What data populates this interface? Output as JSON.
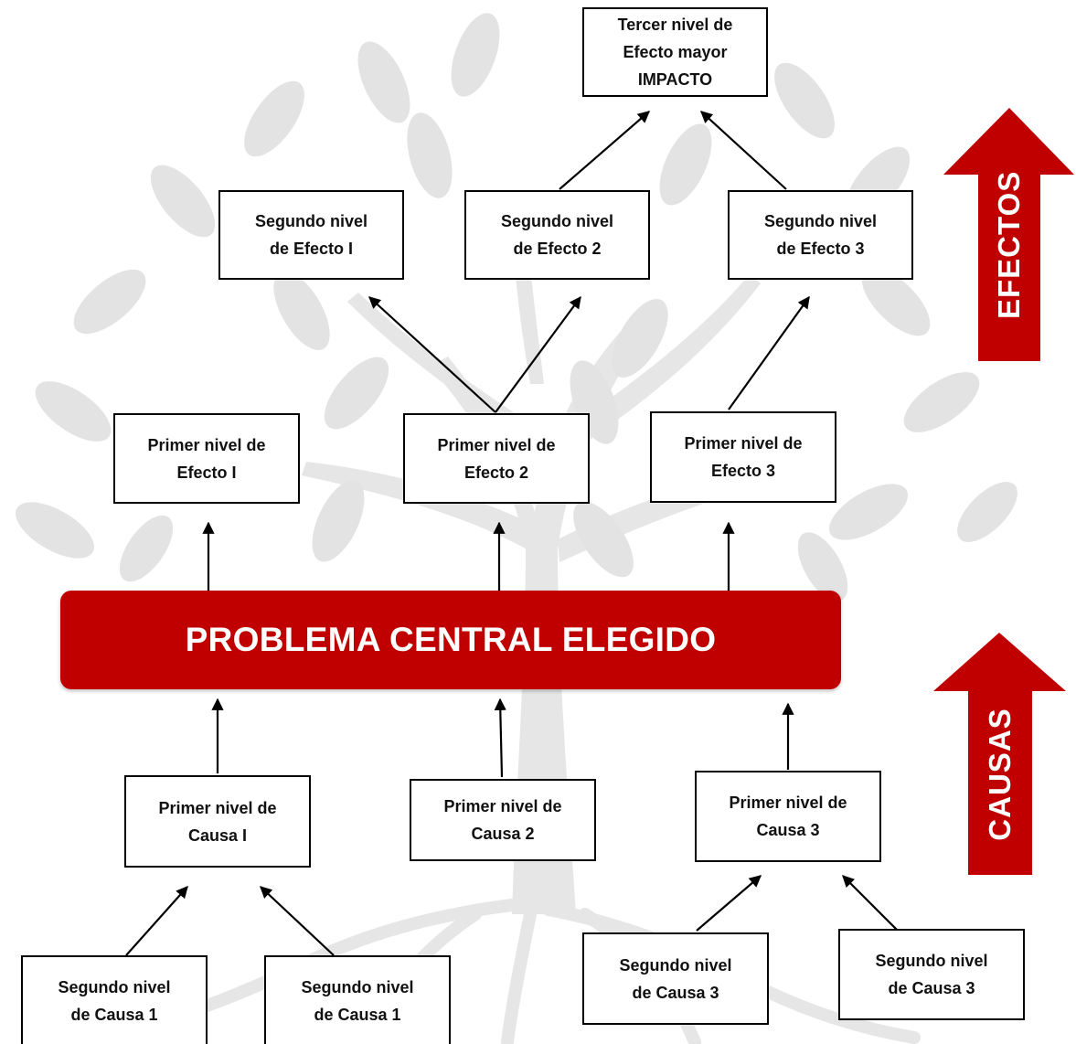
{
  "central_problem": "PROBLEMA CENTRAL ELEGIDO",
  "side_labels": {
    "effects": "EFECTOS",
    "causes": "CAUSAS"
  },
  "colors": {
    "accent": "#c00000",
    "tree_watermark": "#e3e3e3",
    "box_border": "#000000"
  },
  "effects": {
    "third_level": "Tercer nivel de\nEfecto mayor\nIMPACTO",
    "second_level": [
      "Segundo  nivel\nde Efecto I",
      "Segundo nivel\nde Efecto 2",
      "Segundo nivel\nde Efecto 3"
    ],
    "first_level": [
      "Primer nivel de\nEfecto I",
      "Primer nivel de\nEfecto 2",
      "Primer nivel de\nEfecto  3"
    ]
  },
  "causes": {
    "first_level": [
      "Primer nivel de\nCausa I",
      "Primer nivel de\nCausa 2",
      "Primer nivel de\nCausa 3"
    ],
    "second_level": [
      "Segundo nivel\nde Causa 1",
      "Segundo nivel\nde Causa 1",
      "Segundo nivel\nde Causa 3",
      "Segundo nivel\nde Causa 3"
    ]
  }
}
